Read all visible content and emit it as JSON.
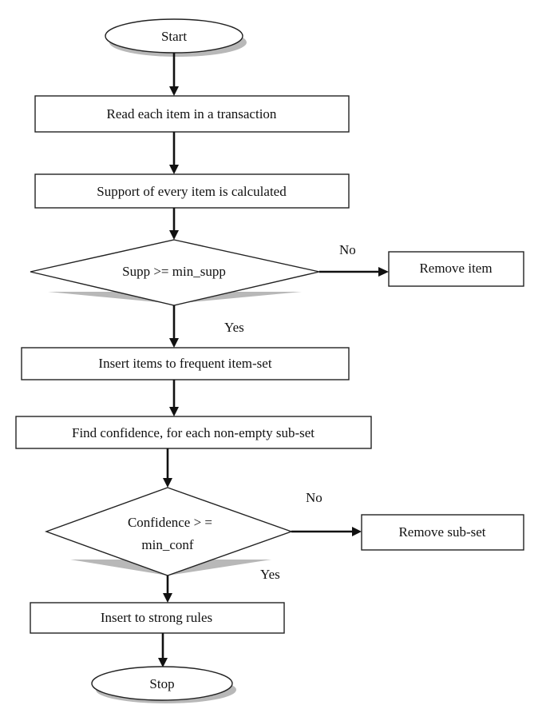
{
  "flowchart": {
    "start": "Start",
    "read_items": "Read each item in a transaction",
    "support_calc": "Support of every item is calculated",
    "supp_decision": "Supp >= min_supp",
    "supp_no": "No",
    "remove_item": "Remove item",
    "supp_yes": "Yes",
    "insert_frequent": "Insert items to frequent item-set",
    "find_confidence": "Find confidence, for each non-empty sub-set",
    "conf_decision_line1": "Confidence > =",
    "conf_decision_line2": "min_conf",
    "conf_no": "No",
    "remove_subset": "Remove sub-set",
    "conf_yes": "Yes",
    "insert_strong": "Insert to strong rules",
    "stop": "Stop"
  }
}
